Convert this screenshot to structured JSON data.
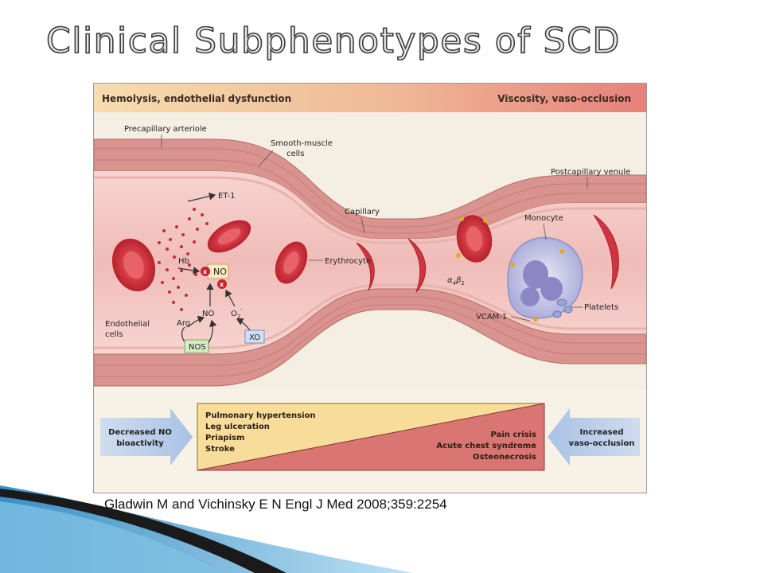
{
  "slide": {
    "title": "Clinical Subphenotypes of SCD",
    "citation": "Gladwin M and Vichinsky E  N Engl J Med  2008;359:2254"
  },
  "diagram": {
    "header": {
      "left": "Hemolysis, endothelial dysfunction",
      "right": "Viscosity, vaso-occlusion"
    },
    "labels": {
      "precapillary_arteriole": "Precapillary arteriole",
      "smooth_muscle_1": "Smooth-muscle",
      "smooth_muscle_2": "cells",
      "postcapillary_venule": "Postcapillary venule",
      "et1": "ET-1",
      "capillary": "Capillary",
      "hb": "Hb",
      "no_box": "NO",
      "erythrocyte": "Erythrocyte",
      "monocyte": "Monocyte",
      "no": "NO",
      "o2": "O",
      "o2_sup": "2",
      "o2_charge": "-",
      "arg": "Arg",
      "endothelial_1": "Endothelial",
      "endothelial_2": "cells",
      "nos": "NOS",
      "xo": "XO",
      "integrin": "α",
      "integrin_sub1": "4",
      "integrin_b": "β",
      "integrin_sub2": "1",
      "platelets": "Platelets",
      "vcam": "VCAM-1"
    },
    "bottom": {
      "left_arrow": [
        "Decreased NO",
        "bioactivity"
      ],
      "right_arrow": [
        "Increased",
        "vaso-occlusion"
      ],
      "hemolysis_list": [
        "Pulmonary hypertension",
        "Leg ulceration",
        "Priapism",
        "Stroke"
      ],
      "viscosity_list": [
        "Pain crisis",
        "Acute chest syndrome",
        "Osteonecrosis"
      ]
    },
    "colors": {
      "header_left": "#f5d6a6",
      "header_right": "#e8847e",
      "lumen": "#f2c4c0",
      "wall": "#d98d88",
      "rbc": "#d23a42",
      "monocyte": "#c7c6ea",
      "wedge_yellow": "#f7dc9a",
      "wedge_red": "#d97674",
      "arrow_blue": "#c3d6ef"
    }
  }
}
